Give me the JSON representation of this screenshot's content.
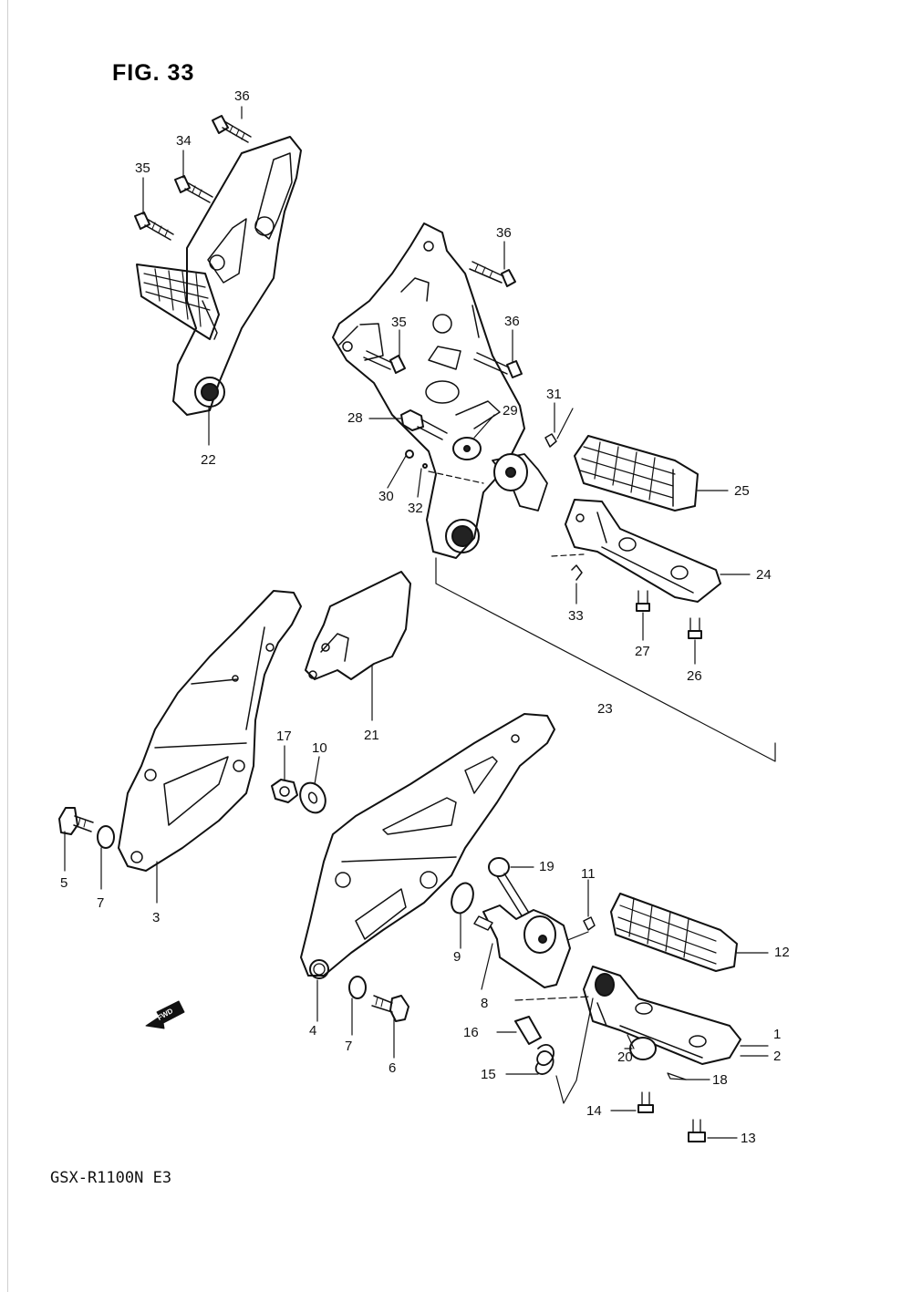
{
  "figure": {
    "title": "FIG. 33",
    "model": "GSX-R1100N E3",
    "fwd_label": "FWD"
  },
  "callouts": {
    "c36a": "36",
    "c34": "34",
    "c35a": "35",
    "c22": "22",
    "c36b": "36",
    "c35b": "35",
    "c36c": "36",
    "c31": "31",
    "c28": "28",
    "c29": "29",
    "c30": "30",
    "c32": "32",
    "c25": "25",
    "c24": "24",
    "c33": "33",
    "c27": "27",
    "c26": "26",
    "c23": "23",
    "c21": "21",
    "c17": "17",
    "c10": "10",
    "c5": "5",
    "c7a": "7",
    "c3": "3",
    "c19": "19",
    "c11": "11",
    "c12": "12",
    "c9": "9",
    "c8": "8",
    "c4": "4",
    "c7b": "7",
    "c6": "6",
    "c16": "16",
    "c20": "20",
    "c1": "1",
    "c2": "2",
    "c15": "15",
    "c18": "18",
    "c14": "14",
    "c13": "13"
  }
}
